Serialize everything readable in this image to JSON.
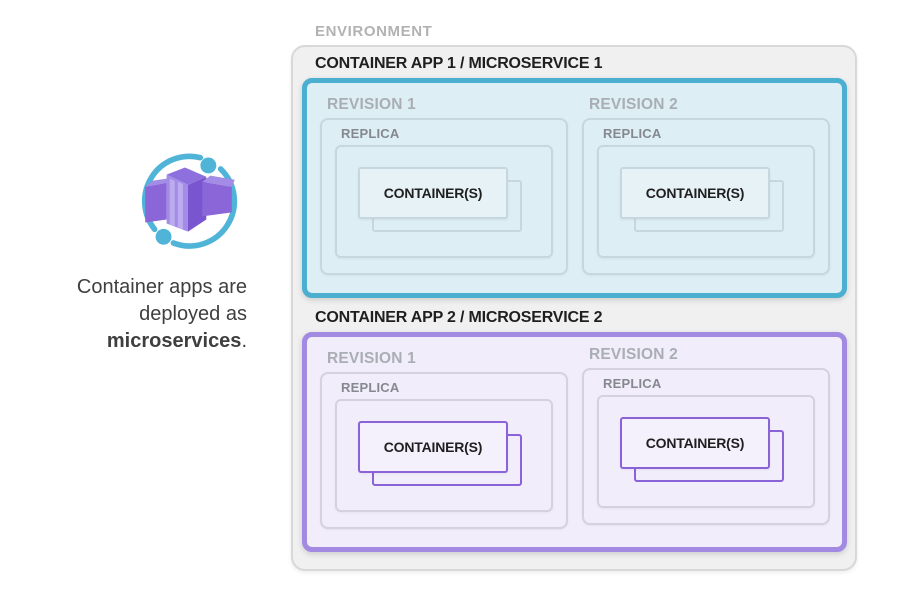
{
  "left_panel": {
    "icon": "azure-container-apps",
    "caption": {
      "line1": "Container apps are",
      "line2": "deployed as",
      "bold": "microservices",
      "suffix": "."
    }
  },
  "environment": {
    "label": "ENVIRONMENT",
    "apps": [
      {
        "title": "CONTAINER APP 1 / MICROSERVICE 1",
        "theme": "teal",
        "revisions": [
          {
            "label": "REVISION 1",
            "replica_label": "REPLICA",
            "container_label": "CONTAINER(S)"
          },
          {
            "label": "REVISION 2",
            "replica_label": "REPLICA",
            "container_label": "CONTAINER(S)"
          }
        ]
      },
      {
        "title": "CONTAINER APP 2 / MICROSERVICE 2",
        "theme": "purple",
        "revisions": [
          {
            "label": "REVISION 1",
            "replica_label": "REPLICA",
            "container_label": "CONTAINER(S)"
          },
          {
            "label": "REVISION 2",
            "replica_label": "REPLICA",
            "container_label": "CONTAINER(S)"
          }
        ]
      }
    ]
  },
  "colors": {
    "environment_label": "#b2b2b2",
    "environment_fill": "#f0f0f1",
    "environment_border": "#d8d8d8",
    "app_title": "#1f1f1f",
    "app1_border": "#4bafd0",
    "app1_fill": "#ddeef5",
    "app1_nested_border": "#c7d7df",
    "app1_ctr_fill": "#e7f2f7",
    "app2_border": "#a28ae3",
    "app2_fill": "#f1edfa",
    "app2_nested_border": "#d5d1dd",
    "app2_ctr_border": "#8a63d8",
    "app2_ctr_fill": "#f5f1fc",
    "revision_label": "#a9aeb4",
    "replica_label": "#85898f",
    "container_label": "#1f1f1f",
    "caption_text": "#3f3f3f",
    "icon_teal": "#4fb4d8",
    "icon_purple_light": "#a28ce6",
    "icon_purple": "#8a66d8",
    "icon_purple_dark": "#7a55d0",
    "icon_purple_top": "#8d70dd",
    "icon_stripe": "#bcabef"
  }
}
